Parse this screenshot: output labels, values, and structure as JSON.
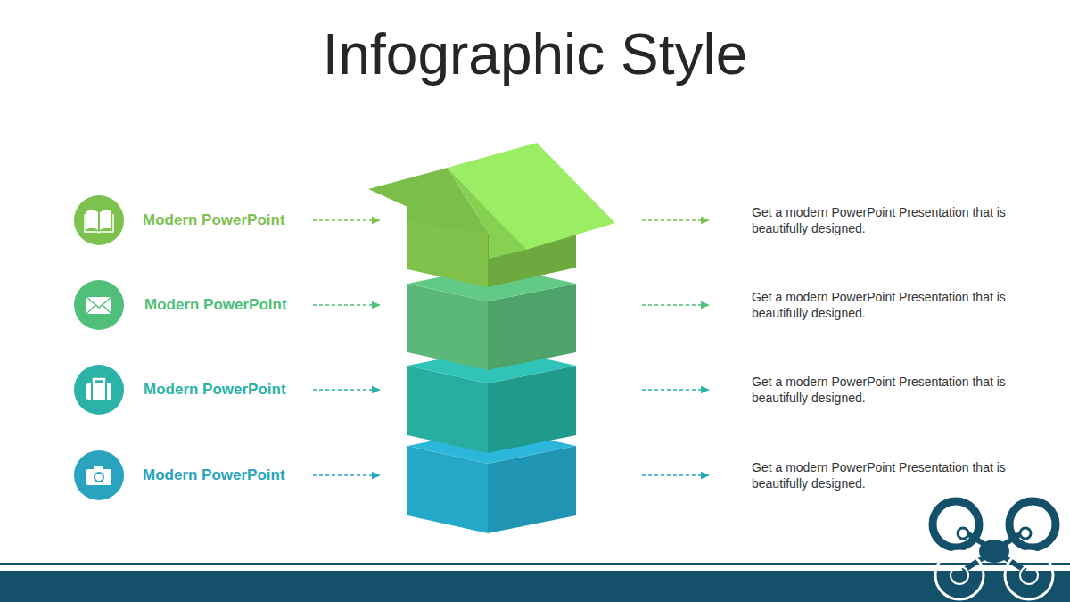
{
  "diagram": {
    "title": "Infographic Style",
    "labels": [
      "Modern PowerPoint",
      "Get a modern PowerPoint Presentation that is beautifully designed.",
      "Modern PowerPoint",
      "Get a modern PowerPoint Presentation that is beautifully designed.",
      "Modern PowerPoint",
      "Get a modern PowerPoint Presentation that is beautifully designed.",
      "Modern PowerPoint",
      "Get a modern PowerPoint Presentation that is beautifully designed."
    ]
  }
}
